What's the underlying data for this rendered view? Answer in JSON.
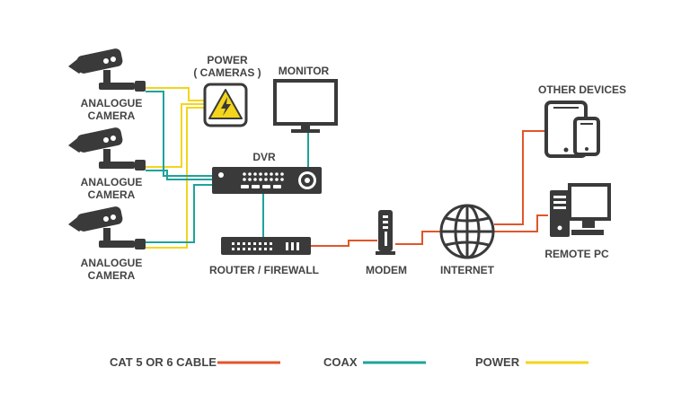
{
  "labels": {
    "camera": "ANALOGUE",
    "camera_line2": "CAMERA",
    "power_line1": "POWER",
    "power_line2": "( CAMERAS )",
    "monitor": "MONITOR",
    "dvr": "DVR",
    "router": "ROUTER / FIREWALL",
    "modem": "MODEM",
    "internet": "INTERNET",
    "other_devices": "OTHER DEVICES",
    "remote_pc": "REMOTE PC"
  },
  "legend": [
    {
      "label": "CAT 5 OR 6 CABLE",
      "color": "#e0562a"
    },
    {
      "label": "COAX",
      "color": "#1ea39a"
    },
    {
      "label": "POWER",
      "color": "#f3d51c"
    }
  ],
  "colors": {
    "device": "#3a3a3a",
    "text": "#444444",
    "cat": "#e0562a",
    "coax": "#1ea39a",
    "power": "#f3d51c",
    "power_icon_bg": "#f3d51c"
  },
  "icons": [
    "camera-icon",
    "power-icon",
    "monitor-icon",
    "dvr-icon",
    "router-icon",
    "modem-icon",
    "globe-icon",
    "tablet-icon",
    "phone-icon",
    "desktop-pc-icon"
  ]
}
